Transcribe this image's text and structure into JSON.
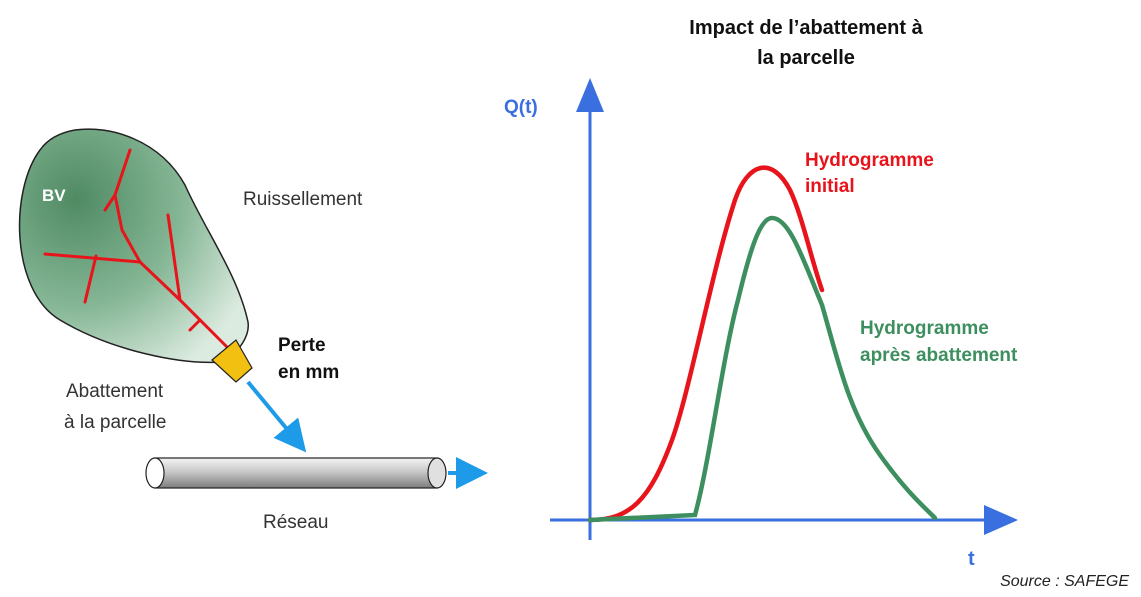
{
  "left_diagram": {
    "catchment_label": "BV",
    "runoff_label": "Ruissellement",
    "loss_label_line1": "Perte",
    "loss_label_line2": "en mm",
    "abatement_label_line1": "Abattement",
    "abatement_label_line2": "à la parcelle",
    "network_label": "Réseau"
  },
  "chart": {
    "title_line1": "Impact de l’abattement à",
    "title_line2": "la parcelle",
    "y_axis_label": "Q(t)",
    "x_axis_label": "t",
    "initial_label_line1": "Hydrogramme",
    "initial_label_line2": "initial",
    "after_label_line1": "Hydrogramme",
    "after_label_line2": "après abattement"
  },
  "colors": {
    "axis": "#3a6fe0",
    "initial_curve": "#e8141b",
    "after_curve": "#3d8f5f",
    "catchment_fill": "#7fae8f",
    "drainage_lines": "#e8141b",
    "outlet": "#f2c010",
    "pipe": "#bdbdbd"
  },
  "source": "Source : SAFEGE"
}
